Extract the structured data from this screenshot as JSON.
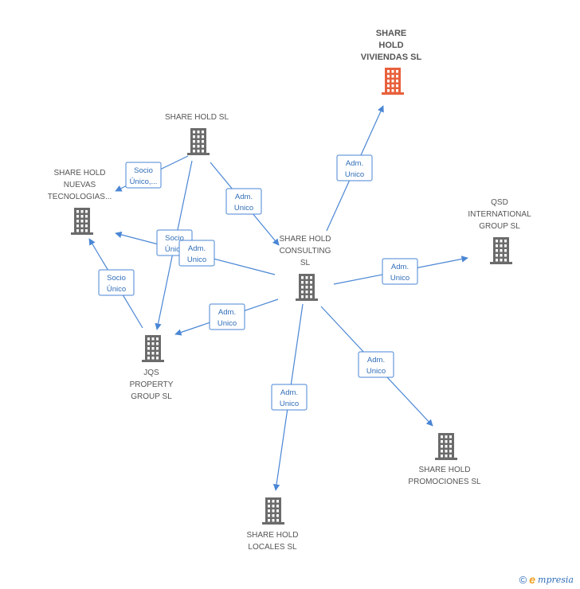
{
  "colors": {
    "building": "#6b6b6b",
    "highlight": "#e8603c",
    "edge": "#4a86d4",
    "edge_text": "#2f6db8"
  },
  "nodes": [
    {
      "id": "viviendas",
      "lines": [
        "SHARE",
        "HOLD",
        "VIVIENDAS SL"
      ],
      "highlight": true
    },
    {
      "id": "sharehold",
      "lines": [
        "SHARE HOLD SL"
      ],
      "highlight": false
    },
    {
      "id": "nuevas",
      "lines": [
        "SHARE HOLD",
        "NUEVAS",
        "TECNOLOGIAS..."
      ],
      "highlight": false
    },
    {
      "id": "consulting",
      "lines": [
        "SHARE HOLD",
        "CONSULTING",
        "SL"
      ],
      "highlight": false
    },
    {
      "id": "qsd",
      "lines": [
        "QSD",
        "INTERNATIONAL",
        "GROUP SL"
      ],
      "highlight": false
    },
    {
      "id": "jqs",
      "lines": [
        "JQS",
        "PROPERTY",
        "GROUP  SL"
      ],
      "highlight": false
    },
    {
      "id": "promociones",
      "lines": [
        "SHARE HOLD",
        "PROMOCIONES SL"
      ],
      "highlight": false
    },
    {
      "id": "locales",
      "lines": [
        "SHARE HOLD",
        "LOCALES SL"
      ],
      "highlight": false
    }
  ],
  "edges": [
    {
      "from": "consulting",
      "to": "viviendas",
      "label": [
        "Adm.",
        "Unico"
      ]
    },
    {
      "from": "sharehold",
      "to": "consulting",
      "label": [
        "Adm.",
        "Unico"
      ]
    },
    {
      "from": "sharehold",
      "to": "nuevas",
      "label": [
        "Socio",
        "Único,..."
      ]
    },
    {
      "from": "sharehold",
      "to": "jqs",
      "label": [
        "Socio",
        "Único"
      ]
    },
    {
      "from": "consulting",
      "to": "nuevas",
      "label": [
        "Adm.",
        "Unico"
      ]
    },
    {
      "from": "jqs",
      "to": "nuevas",
      "label": [
        "Socio",
        "Único"
      ]
    },
    {
      "from": "consulting",
      "to": "qsd",
      "label": [
        "Adm.",
        "Unico"
      ]
    },
    {
      "from": "consulting",
      "to": "jqs",
      "label": [
        "Adm.",
        "Unico"
      ]
    },
    {
      "from": "consulting",
      "to": "promociones",
      "label": [
        "Adm.",
        "Unico"
      ]
    },
    {
      "from": "consulting",
      "to": "locales",
      "label": [
        "Adm.",
        "Unico"
      ]
    }
  ],
  "footer": {
    "copyright": "©",
    "brand_initial": "e",
    "brand_rest": "mpresia"
  }
}
